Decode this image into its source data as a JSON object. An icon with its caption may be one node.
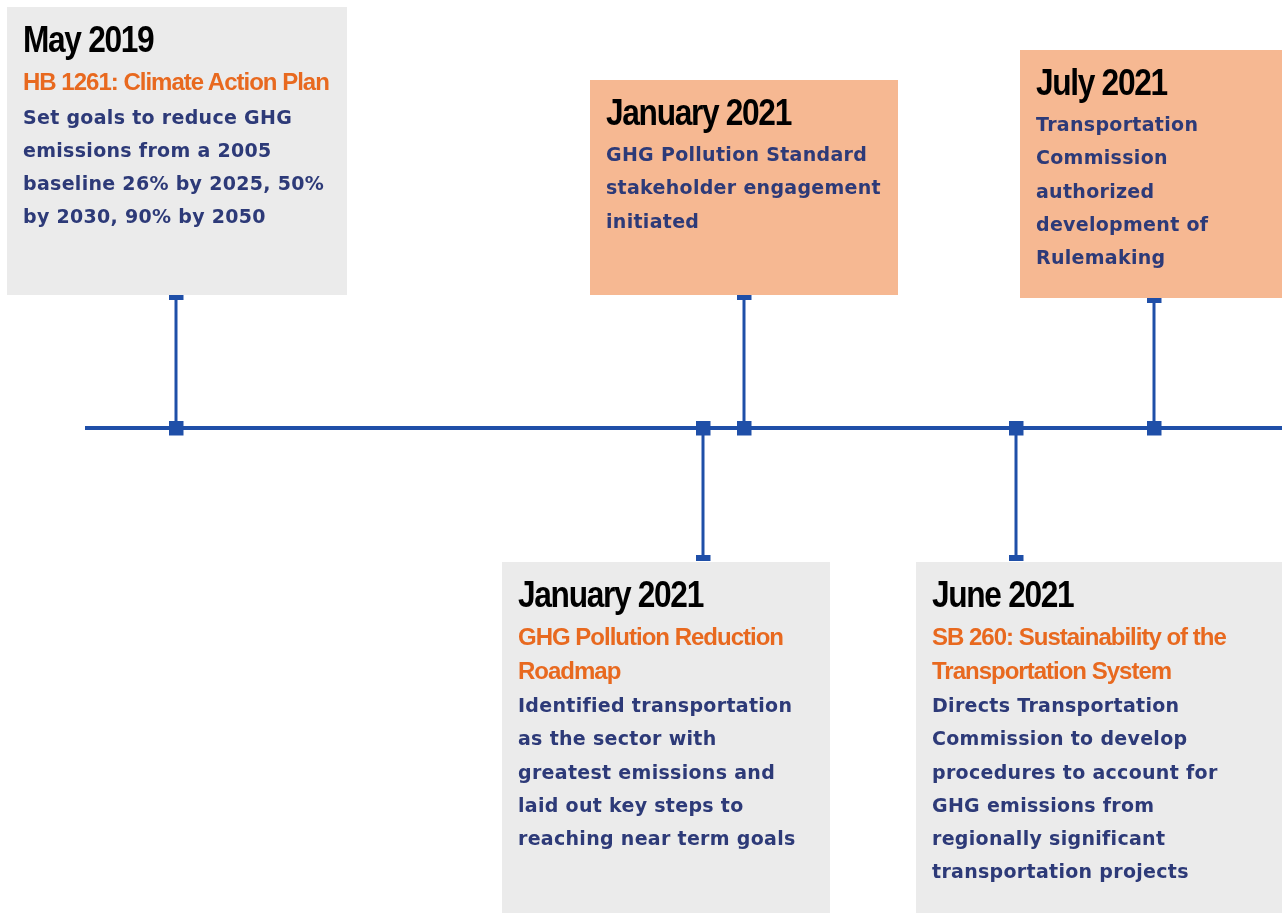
{
  "diagram": {
    "nodes": [
      {
        "text": [
          "May 2019",
          "HB 1261: Climate Action Plan",
          "Set goals to reduce GHG emissions from a 2005 baseline 26% by 2025, 50% by 2030, 90% by 2050"
        ]
      },
      {
        "text": [
          "January 2021",
          "GHG Pollution Standard stakeholder engagement initiated"
        ]
      },
      {
        "text": [
          "July 2021",
          "Transportation Commission authorized development of Rulemaking"
        ]
      },
      {
        "text": [
          "January 2021",
          "GHG Pollution Reduction Roadmap",
          "Identified transportation as the sector with greatest emissions and laid out key steps to reaching near term goals"
        ]
      },
      {
        "text": [
          "June 2021",
          "SB 260: Sustainability of the Transportation System",
          "Directs Transportation Commission to develop procedures to account for GHG emissions from regionally significant transportation projects"
        ]
      }
    ],
    "edges": [
      {
        "from": 0,
        "to": null,
        "arrow": "other"
      },
      {
        "from": 1,
        "to": null,
        "arrow": "other"
      },
      {
        "from": 2,
        "to": null,
        "arrow": "other"
      },
      {
        "from": 3,
        "to": null,
        "arrow": "other"
      },
      {
        "from": 4,
        "to": null,
        "arrow": "other"
      }
    ]
  }
}
